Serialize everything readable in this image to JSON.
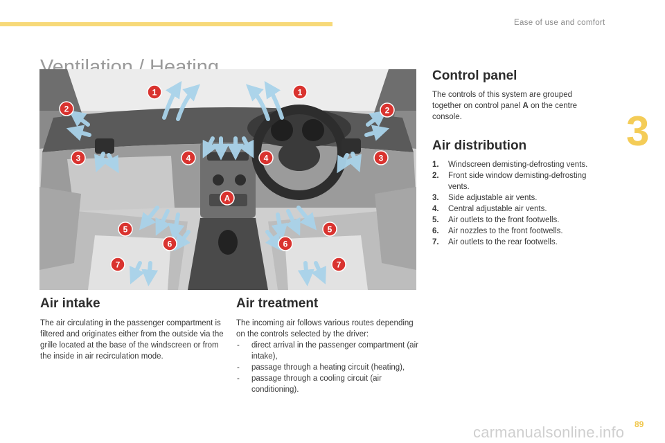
{
  "header": {
    "section": "Ease of use and comfort",
    "chapter": "3"
  },
  "title": "Ventilation / Heating",
  "figure": {
    "markers": [
      "1",
      "1",
      "2",
      "2",
      "3",
      "3",
      "4",
      "4",
      "A",
      "5",
      "5",
      "6",
      "6",
      "7",
      "7"
    ]
  },
  "air_intake": {
    "heading": "Air intake",
    "text": "The air circulating in the passenger compartment is filtered and originates either from the outside via the grille located at the base of the windscreen or from the inside in air recirculation mode."
  },
  "air_treatment": {
    "heading": "Air treatment",
    "intro": "The incoming air follows various routes depending on the controls selected by the driver:",
    "items": [
      "direct arrival in the passenger compartment (air intake),",
      "passage through a heating circuit (heating),",
      "passage through a cooling circuit (air conditioning)."
    ]
  },
  "control_panel": {
    "heading": "Control panel",
    "text_before": "The controls of this system are grouped together on control panel ",
    "text_bold": "A",
    "text_after": " on the centre console."
  },
  "air_distribution": {
    "heading": "Air distribution",
    "items": [
      {
        "n": "1.",
        "t": "Windscreen demisting-defrosting vents."
      },
      {
        "n": "2.",
        "t": "Front side window demisting-defrosting vents."
      },
      {
        "n": "3.",
        "t": "Side adjustable air vents."
      },
      {
        "n": "4.",
        "t": "Central adjustable air vents."
      },
      {
        "n": "5.",
        "t": "Air outlets to the front footwells."
      },
      {
        "n": "6.",
        "t": "Air nozzles to the front footwells."
      },
      {
        "n": "7.",
        "t": "Air outlets to the rear footwells."
      }
    ]
  },
  "page_number": "89",
  "watermark": "carmanualsonline.info",
  "colors": {
    "accent_yellow": "#f7d979",
    "marker_red": "#d9332f",
    "airflow_blue": "#a9d3ea"
  }
}
